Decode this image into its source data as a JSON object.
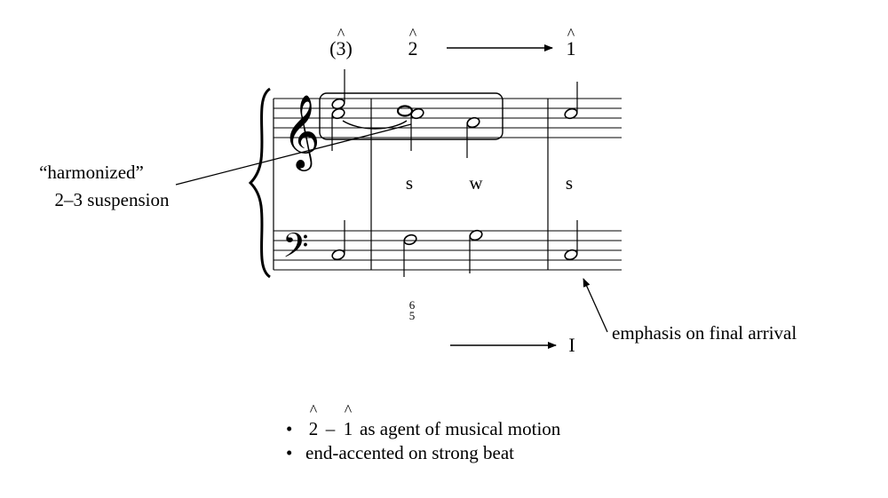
{
  "degrees": {
    "left": "(3)",
    "middle": "2",
    "right": "1",
    "hat": "^"
  },
  "clefs": {
    "treble": "𝄞",
    "bass": "𝄢"
  },
  "metric_labels": {
    "first": "s",
    "second": "w",
    "third": "s"
  },
  "figured_bass": {
    "upper": "6",
    "lower": "5"
  },
  "roman_numeral": "I",
  "annotations": {
    "suspension_line1": "“harmonized”",
    "suspension_line2": "2–3 suspension",
    "emphasis": "emphasis on final arrival"
  },
  "bullets": {
    "item1_num_a": "2",
    "item1_dash": "–",
    "item1_num_b": "1",
    "item1_text": "as agent of musical motion",
    "item2_text": "end-accented on strong beat",
    "bullet_glyph": "•"
  }
}
